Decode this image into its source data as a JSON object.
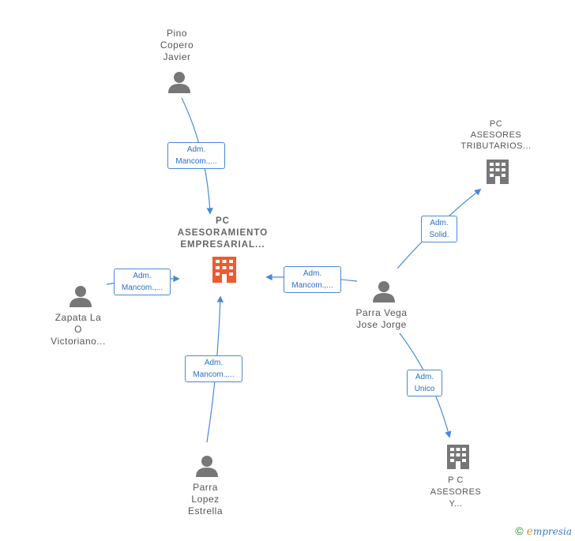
{
  "nodes": {
    "main": {
      "lines": [
        "PC",
        "ASESORAMIENTO",
        "EMPRESARIAL..."
      ]
    },
    "pino": {
      "lines": [
        "Pino",
        "Copero",
        "Javier"
      ]
    },
    "zapata": {
      "lines": [
        "Zapata La",
        "O",
        "Victoriano..."
      ]
    },
    "parra_lopez": {
      "lines": [
        "Parra",
        "Lopez",
        "Estrella"
      ]
    },
    "parra_vega": {
      "lines": [
        "Parra Vega",
        "Jose Jorge"
      ]
    },
    "pc_tributarios": {
      "lines": [
        "PC",
        "ASESORES",
        "TRIBUTARIOS..."
      ]
    },
    "pc_asesores": {
      "lines": [
        "P C",
        "ASESORES",
        "Y..."
      ]
    }
  },
  "edges": {
    "pino_main": {
      "lines": [
        "Adm.",
        "Mancom.,..."
      ]
    },
    "zapata_main": {
      "lines": [
        "Adm.",
        "Mancom.,..."
      ]
    },
    "parra_lopez_main": {
      "lines": [
        "Adm.",
        "Mancom.,..."
      ]
    },
    "parra_vega_main": {
      "lines": [
        "Adm.",
        "Mancom.,..."
      ]
    },
    "parra_vega_tributarios": {
      "lines": [
        "Adm.",
        "Solid."
      ]
    },
    "parra_vega_asesores": {
      "lines": [
        "Adm.",
        "Unico"
      ]
    }
  },
  "footer": {
    "copyright": "©",
    "brand_first": "e",
    "brand_rest": "mpresia"
  },
  "colors": {
    "edge": "#4a88d8",
    "person": "#777777",
    "building": "#777777",
    "main_building": "#ef5a2e"
  }
}
